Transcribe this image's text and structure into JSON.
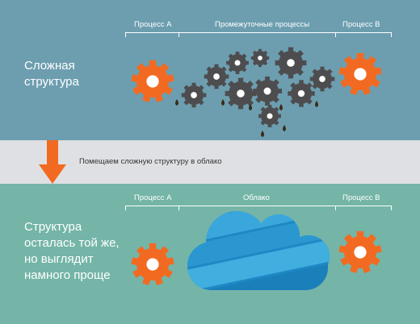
{
  "top": {
    "side_text": "Сложная\nструктура",
    "label_a": "Процесс А",
    "label_mid": "Промежуточные процессы",
    "label_b": "Процесс В"
  },
  "middle": {
    "caption": "Помещаем сложную структуру в облако"
  },
  "bottom": {
    "side_text": "Структура\nосталась той же,\nно выглядит\nнамного проще",
    "label_a": "Процесс А",
    "label_mid": "Облако",
    "label_b": "Процесс В"
  },
  "colors": {
    "top_panel": "#6d9eb0",
    "bottom_panel": "#74b5a8",
    "orange_gear": "#f26a21",
    "gray_gear": "#4d4d4f",
    "arrow": "#f26a21",
    "cloud": "#2d9bd4"
  }
}
